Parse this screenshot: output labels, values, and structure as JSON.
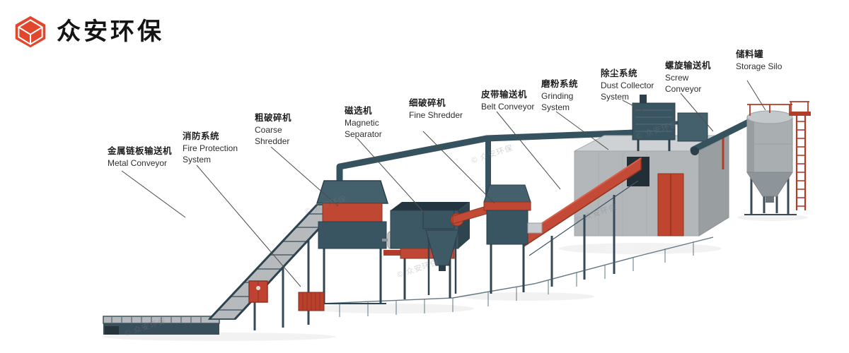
{
  "logo": {
    "text": "众安环保",
    "icon": "gem-logo-icon"
  },
  "watermark": "© 众安环保",
  "labels": [
    {
      "id": "metal-conveyor",
      "zh": "金属链板输送机",
      "en": "Metal Conveyor"
    },
    {
      "id": "fire-protection",
      "zh": "消防系统",
      "en": "Fire Protection System"
    },
    {
      "id": "coarse-shredder",
      "zh": "粗破碎机",
      "en": "Coarse Shredder"
    },
    {
      "id": "magnetic-separator",
      "zh": "磁选机",
      "en": "Magnetic Separator"
    },
    {
      "id": "fine-shredder",
      "zh": "细破碎机",
      "en": "Fine Shredder"
    },
    {
      "id": "belt-conveyor",
      "zh": "皮带输送机",
      "en": "Belt Conveyor"
    },
    {
      "id": "grinding-system",
      "zh": "磨粉系统",
      "en": "Grinding System"
    },
    {
      "id": "dust-collector",
      "zh": "除尘系统",
      "en": "Dust Collector System"
    },
    {
      "id": "screw-conveyor",
      "zh": "螺旋输送机",
      "en": "Screw Conveyor"
    },
    {
      "id": "storage-silo",
      "zh": "储料罐",
      "en": "Storage Silo"
    }
  ],
  "colors": {
    "logo_orange": "#e0472d",
    "machine_teal": "#3a5562",
    "accent_red": "#c0452f",
    "belt_gray": "#b7babc",
    "building_gray": "#b3b7ba",
    "label_text": "#1f1f1f",
    "background": "#ffffff"
  }
}
